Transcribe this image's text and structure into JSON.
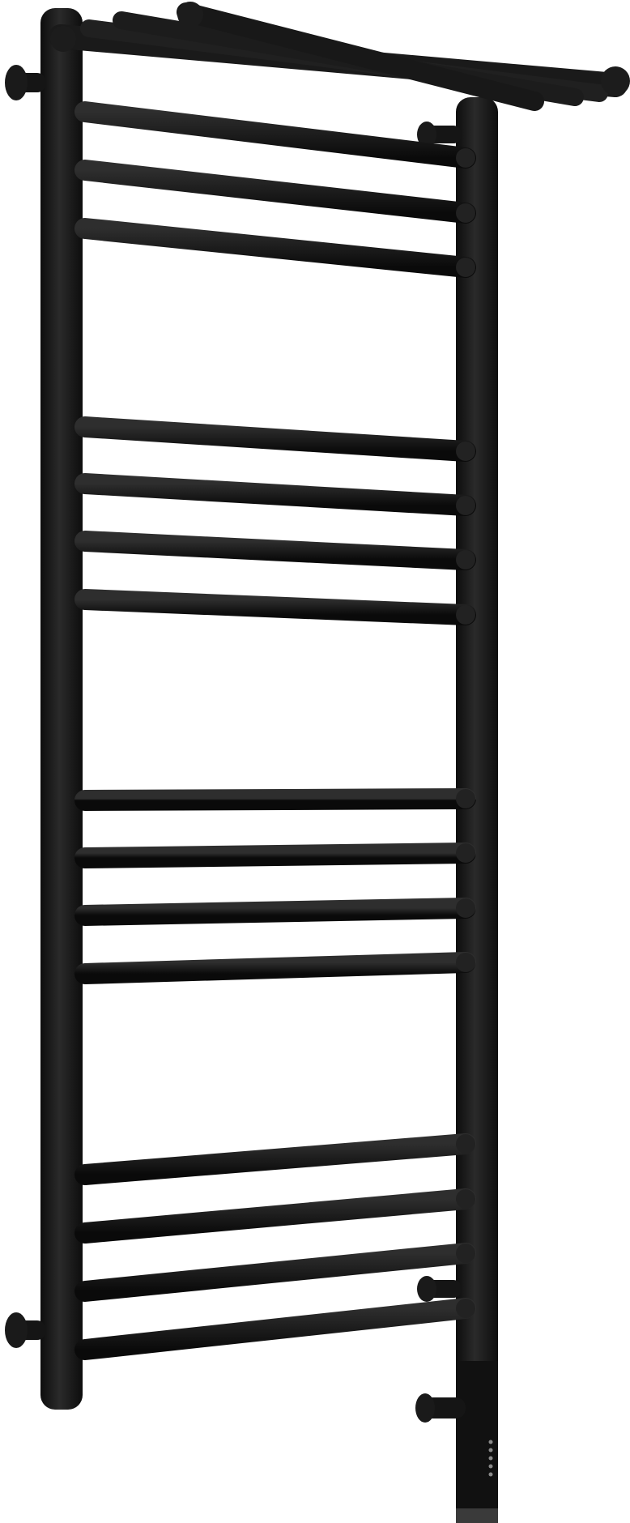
{
  "image": {
    "subject": "towel-rack",
    "colors": {
      "background": "#ffffff",
      "finish": "#1c1c1c",
      "shadow": "#0d0d0d",
      "highlight": "#3a3a3a",
      "indicator": "#8a8a8a"
    },
    "product": {
      "rail_count": 15,
      "rail_groups": [
        3,
        4,
        4,
        4
      ],
      "shelf_bars": 4,
      "wall_mounts": 4,
      "indicator_dots": 5
    }
  }
}
